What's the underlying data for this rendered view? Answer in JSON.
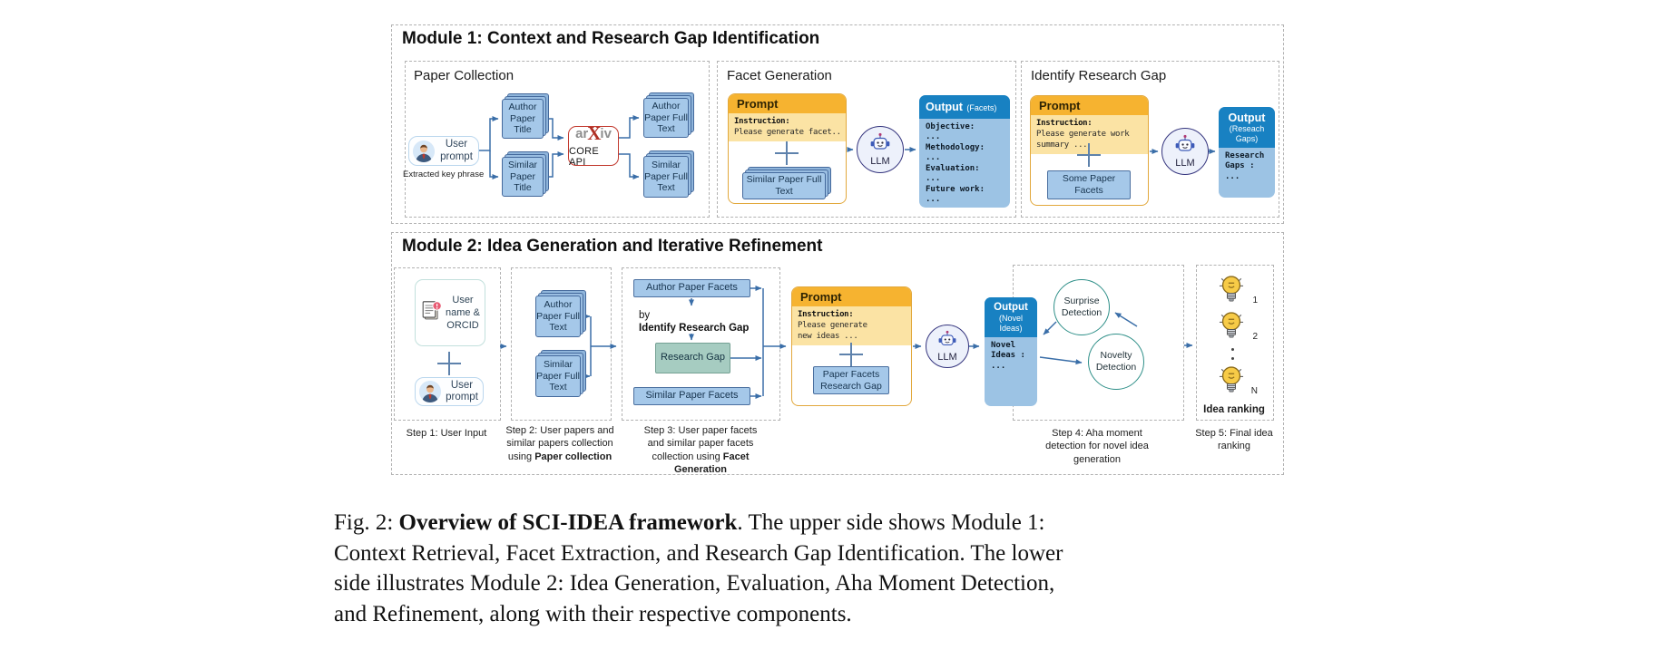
{
  "module1": {
    "title": "Module 1: Context and Research Gap Identification",
    "paper_collection": {
      "title": "Paper Collection",
      "user_prompt": "User prompt",
      "extracted_key_phrase": "Extracted key phrase",
      "author_paper_title": "Author Paper Title",
      "similar_paper_title": "Similar Paper Title",
      "arxiv_ar": "ar",
      "arxiv_x": "X",
      "arxiv_iv": "iv",
      "core_api": "CORE API",
      "author_paper_full_text": "Author Paper Full Text",
      "similar_paper_full_text": "Similar Paper Full Text"
    },
    "facet_generation": {
      "title": "Facet Generation",
      "prompt_header": "Prompt",
      "instruction_label": "Instruction:",
      "instruction_lines": [
        "Please generate facet..."
      ],
      "attachment": "Similar Paper Full Text",
      "llm": "LLM",
      "output_header": "Output",
      "output_sub": "(Facets)",
      "output_lines": [
        "Objective:",
        "...",
        "Methodology:",
        "...",
        "Evaluation:",
        "...",
        "Future work:",
        "..."
      ]
    },
    "identify_research_gap": {
      "title": "Identify Research Gap",
      "prompt_header": "Prompt",
      "instruction_label": "Instruction:",
      "instruction_lines": [
        "Please generate work",
        "summary ..."
      ],
      "attachment": "Some Paper Facets",
      "llm": "LLM",
      "output_header": "Output",
      "output_sub": "(Reseach Gaps)",
      "output_lines": [
        "Research",
        "Gaps :",
        "..."
      ]
    }
  },
  "module2": {
    "title": "Module 2: Idea Generation and Iterative Refinement",
    "step1": {
      "user_name_orcid": "User name & ORCID",
      "user_prompt": "User prompt"
    },
    "step2": {
      "author_paper_full_text": "Author Paper Full Text",
      "similar_paper_full_text": "Similar Paper Full Text"
    },
    "step3": {
      "author_paper_facets": "Author Paper Facets",
      "by": "by",
      "identify_research_gap": "Identify Research Gap",
      "research_gap": "Research Gap",
      "similar_paper_facets": "Similar Paper Facets"
    },
    "prompt": {
      "header": "Prompt",
      "instruction_label": "Instruction:",
      "instruction_lines": [
        "Please generate",
        "new ideas ..."
      ],
      "attachment": "Paper Facets Research Gap"
    },
    "llm": "LLM",
    "output": {
      "header": "Output",
      "sub": "(Novel Ideas)",
      "lines": [
        "Novel",
        "Ideas :",
        "..."
      ]
    },
    "aha": {
      "surprise": "Surprise Detection",
      "novelty": "Novelty Detection"
    },
    "ranking": {
      "ranks": [
        "1",
        "2",
        "N"
      ],
      "label": "Idea ranking"
    },
    "steps": {
      "s1": {
        "text": "Step 1: User Input"
      },
      "s2": {
        "text": "Step 2: User papers and similar papers collection using ",
        "bold": "Paper collection"
      },
      "s3": {
        "text": "Step 3: User paper facets and similar paper facets collection using ",
        "bold": "Facet Generation"
      },
      "s4": {
        "text": "Step 4: Aha moment detection for novel idea generation"
      },
      "s5": {
        "text": "Step 5: Final idea ranking"
      }
    }
  },
  "caption": {
    "lines": [
      {
        "pre": "Fig. 2: ",
        "bold": "Overview of SCI-IDEA framework",
        "post": ". The upper side shows Module 1:"
      },
      {
        "pre": "Context Retrieval, Facet Extraction, and Research Gap Identification. The lower"
      },
      {
        "pre": "side illustrates Module 2: Idea Generation, Evaluation, Aha Moment Detection,"
      },
      {
        "pre": "and Refinement, along with their respective components."
      }
    ]
  },
  "colors": {
    "prompt_header": "#F6B330",
    "prompt_body": "#FBE3A4",
    "output_header": "#1881C2",
    "output_body": "#9CC3E4",
    "paper_box": "#A5C8E9",
    "research_gap_box": "#A6CCC1",
    "arrow": "#3A6EA8",
    "teal_circle_border": "#2E8F88",
    "arxiv_red": "#C23A2F",
    "bulb_yellow": "#F7CB47"
  }
}
